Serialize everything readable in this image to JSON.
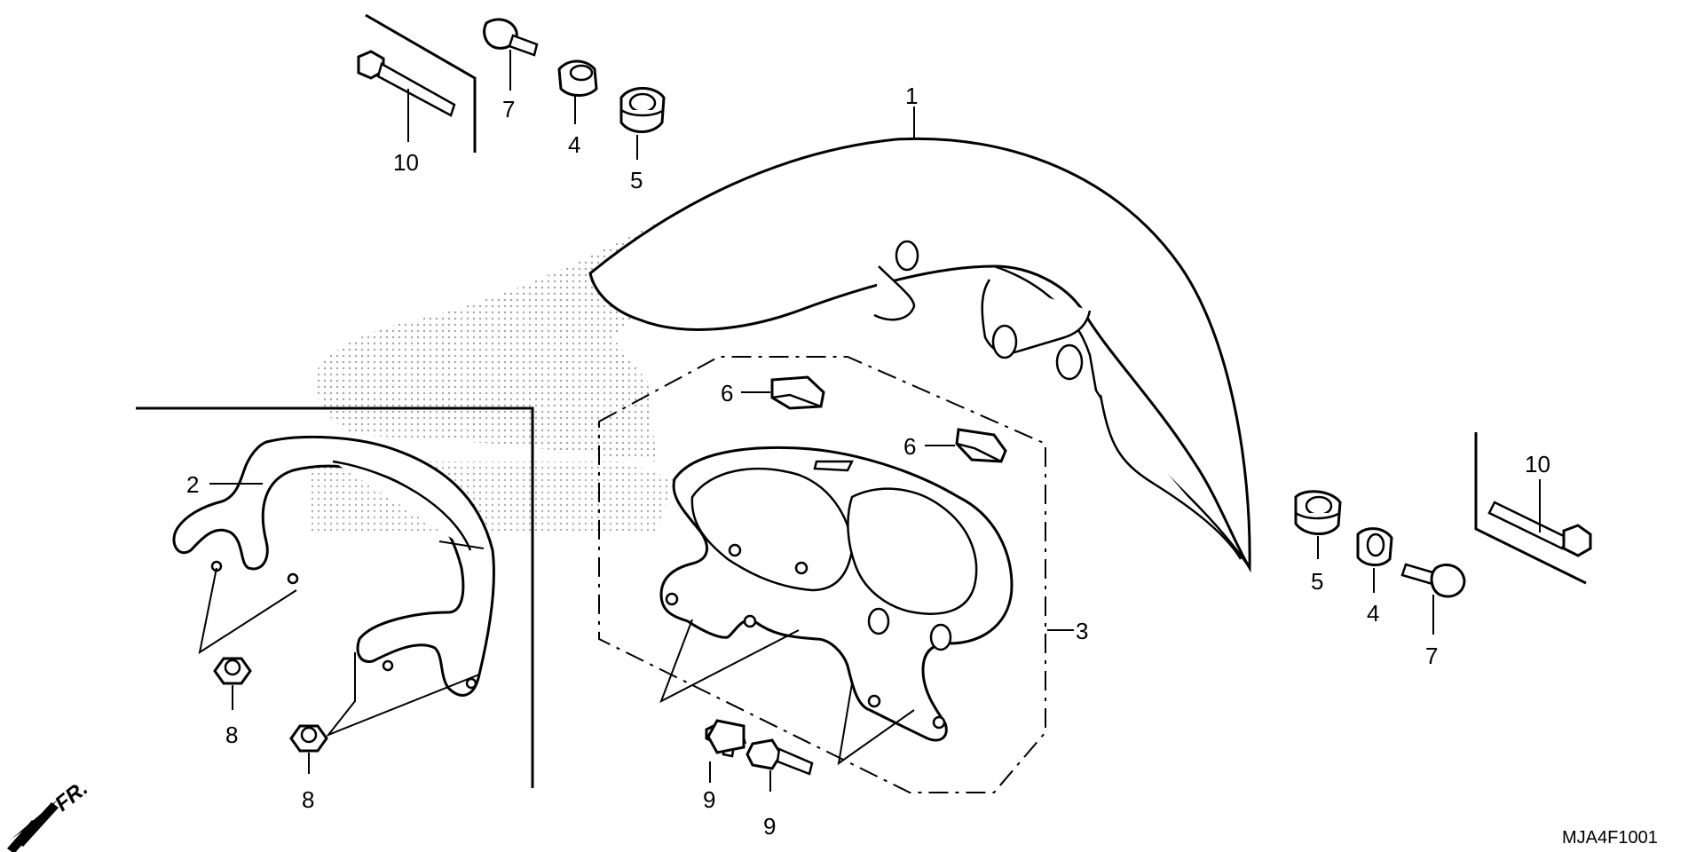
{
  "diagram": {
    "code": "MJA4F1001",
    "direction_label": "FR.",
    "callouts": {
      "c1": "1",
      "c2": "2",
      "c3": "3",
      "c4_left": "4",
      "c4_right": "4",
      "c5_left": "5",
      "c5_right": "5",
      "c6_upper": "6",
      "c6_lower": "6",
      "c7_left": "7",
      "c7_right": "7",
      "c8_upper": "8",
      "c8_lower": "8",
      "c9_left": "9",
      "c9_right": "9",
      "c10_left": "10",
      "c10_right": "10"
    }
  },
  "colors": {
    "line": "#000000",
    "background": "#ffffff",
    "dot_pattern": "#b0b0b0"
  }
}
